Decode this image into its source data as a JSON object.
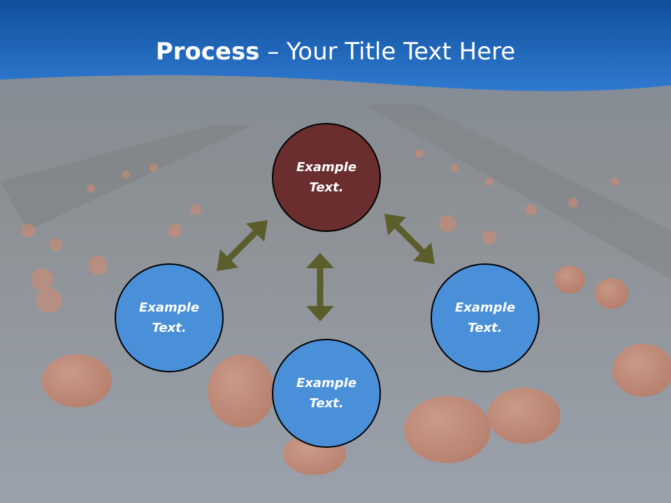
{
  "title": {
    "bold": "Process",
    "rest": " – Your Title Text Here"
  },
  "nodes": {
    "top": "Example Text.",
    "left": "Example Text.",
    "right": "Example Text.",
    "bottom": "Example Text."
  },
  "colors": {
    "header_blue": "#1f6bbf",
    "center_node": "#6b2e2e",
    "outer_node": "#4a90d9",
    "arrow": "#5b5d2a"
  }
}
